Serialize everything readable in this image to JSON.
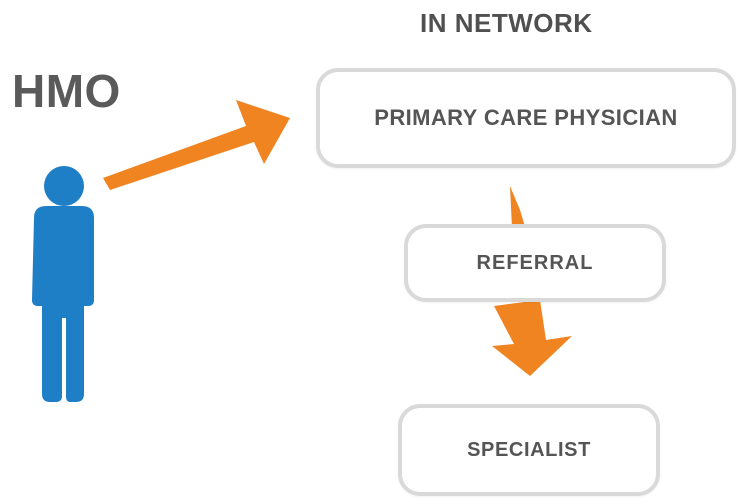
{
  "plan_label": "HMO",
  "network_label": "IN NETWORK",
  "steps": {
    "primary": "PRIMARY CARE PHYSICIAN",
    "referral": "REFERRAL",
    "specialist": "SPECIALIST"
  },
  "icons": {
    "person": "person-icon",
    "arrow_to_primary": "arrow-right-icon",
    "arrow_to_referral": "arrow-down-icon",
    "arrow_to_specialist": "arrow-down-icon"
  },
  "colors": {
    "person": "#1f7fc6",
    "arrow": "#f08421",
    "box_border": "#d9d9d9",
    "text": "#555555"
  }
}
